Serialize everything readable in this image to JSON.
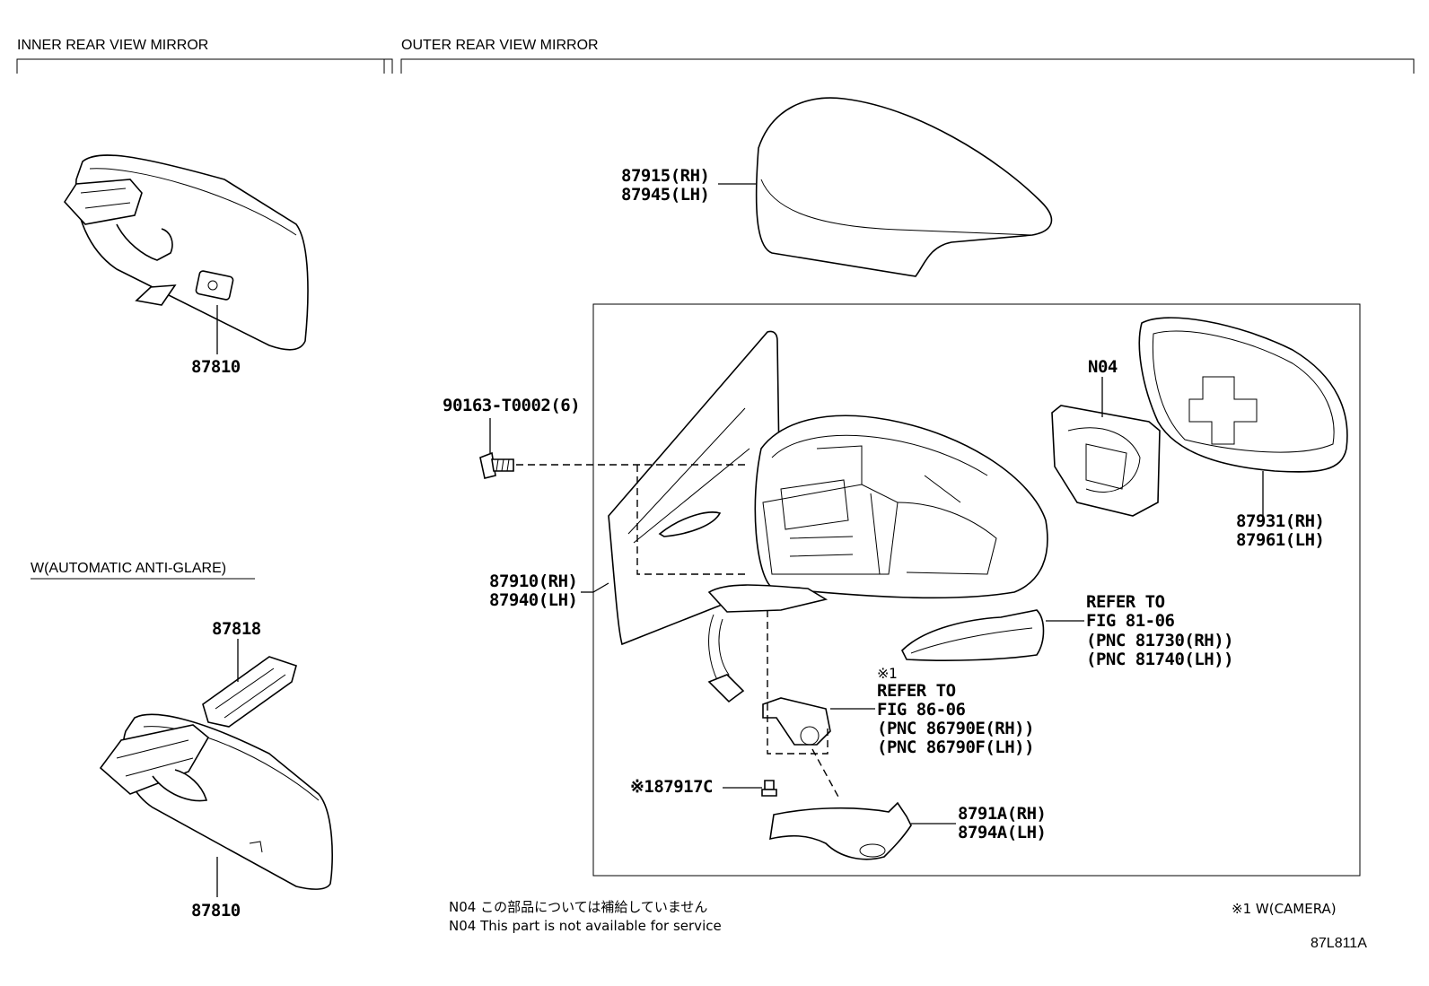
{
  "sections": {
    "inner": "INNER REAR VIEW MIRROR",
    "outer": "OUTER REAR VIEW MIRROR",
    "auto_antiglare": "W(AUTOMATIC ANTI-GLARE)"
  },
  "parts": {
    "inner_mirror_1": "87810",
    "inner_mirror_2": "87810",
    "antiglare_cover": "87818",
    "cover_rh": "87915(RH)",
    "cover_lh": "87945(LH)",
    "screw": "90163-T0002(6)",
    "mirror_rh": "87910(RH)",
    "mirror_lh": "87940(LH)",
    "n04": "N04",
    "glass_rh": "87931(RH)",
    "glass_lh": "87961(LH)",
    "turn_ref_1": "REFER TO",
    "turn_ref_2": "FIG 81-06",
    "turn_ref_3": "(PNC 81730(RH))",
    "turn_ref_4": "(PNC 81740(LH))",
    "cam_mark": "※1",
    "cam_ref_1": "REFER TO",
    "cam_ref_2": "FIG 86-06",
    "cam_ref_3": "(PNC 86790E(RH))",
    "cam_ref_4": "(PNC 86790F(LH))",
    "cam_screw": "※187917C",
    "cam_cover_rh": "8791A(RH)",
    "cam_cover_lh": "8794A(LH)"
  },
  "notes": {
    "n04_jp": "N04 この部品については補給していません",
    "n04_en": "N04 This part is not available for service",
    "camera": "※1 W(CAMERA)",
    "figure_code": "87L811A"
  }
}
